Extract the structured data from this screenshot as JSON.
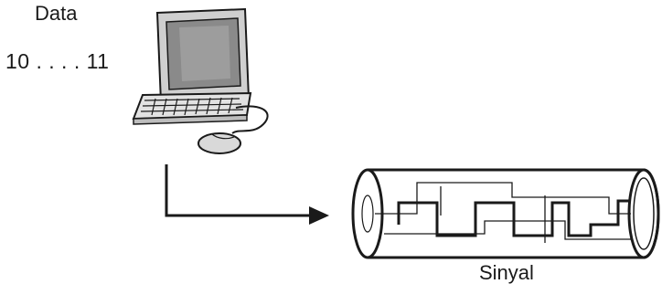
{
  "labels": {
    "data_title": "Data",
    "data_value": "10 . . . . 11",
    "signal_caption": "Sinyal"
  },
  "colors": {
    "stroke": "#1a1a1a",
    "monitor_body": "#cfcfcf",
    "screen": "#8a8a8a",
    "cable_body": "#ffffff"
  },
  "icons": {
    "computer": "desktop-computer-icon",
    "keyboard": "keyboard-icon",
    "mouse": "mouse-icon"
  }
}
